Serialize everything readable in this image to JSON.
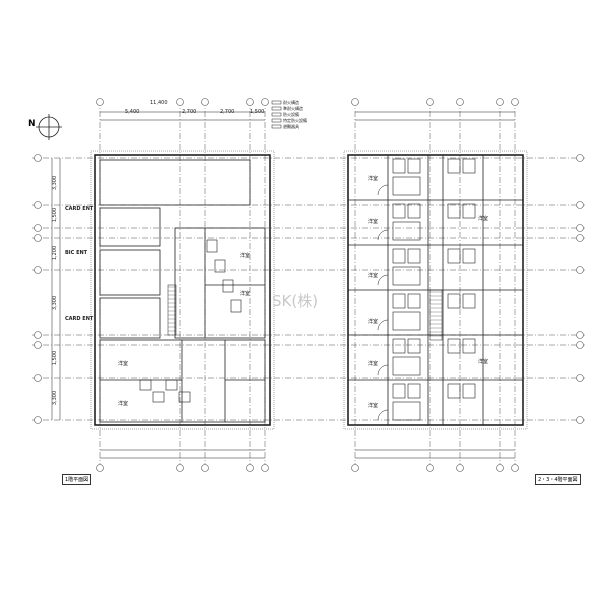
{
  "plans": [
    {
      "title": "1階平面図",
      "room_labels": [
        "CARD ENT",
        "CARD ENT",
        "BIC ENT",
        "洋室",
        "洋室",
        "洋室",
        "洋室"
      ]
    },
    {
      "title": "2・3・4階平面図",
      "room_labels": [
        "洋室",
        "洋室",
        "洋室",
        "洋室",
        "洋室",
        "洋室",
        "洋室",
        "洋室"
      ]
    }
  ],
  "north_label": "N",
  "watermark": "SK(株)",
  "dimensions": {
    "top_total": "11,400",
    "top_spans": [
      "5,400",
      "2,700",
      "2,700",
      "1,500"
    ],
    "side_spans": [
      "3,300",
      "1,500",
      "1,200",
      "3,300",
      "1,500",
      "3,300"
    ]
  },
  "legend": [
    "耐火構造",
    "準耐火構造",
    "防火設備",
    "特定防火設備",
    "避難器具"
  ],
  "colors": {
    "line": "#222222",
    "grid": "#555555",
    "watermark": "#c8c8c8"
  }
}
